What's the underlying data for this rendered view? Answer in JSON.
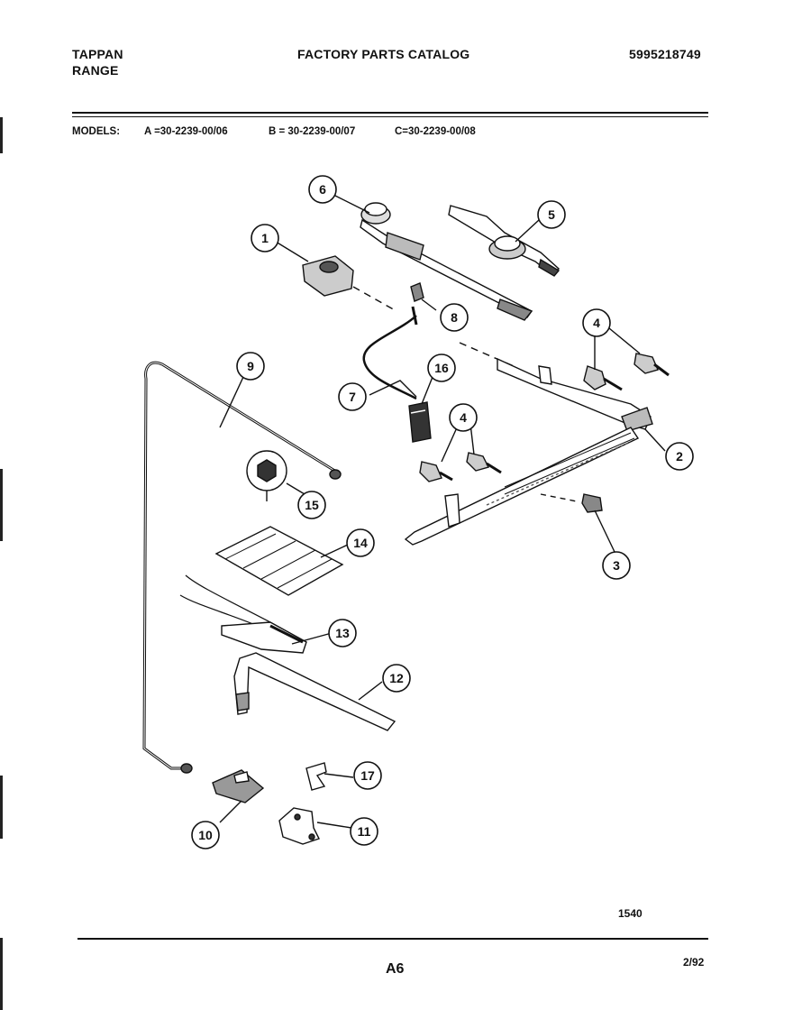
{
  "header": {
    "brand_line1": "TAPPAN",
    "brand_line2": "RANGE",
    "catalog_title": "FACTORY PARTS CATALOG",
    "catalog_number": "5995218749"
  },
  "models": {
    "label": "MODELS:",
    "a": "A =30-2239-00/06",
    "b": "B = 30-2239-00/07",
    "c": "C=30-2239-00/08"
  },
  "callouts": {
    "c1": "1",
    "c2": "2",
    "c3": "3",
    "c4a": "4",
    "c4b": "4",
    "c5": "5",
    "c6": "6",
    "c7": "7",
    "c8": "8",
    "c9": "9",
    "c10": "10",
    "c11": "11",
    "c12": "12",
    "c13": "13",
    "c14": "14",
    "c15": "15",
    "c16": "16",
    "c17": "17"
  },
  "footer": {
    "diagram_number": "1540",
    "page": "A6",
    "date": "2/92"
  }
}
